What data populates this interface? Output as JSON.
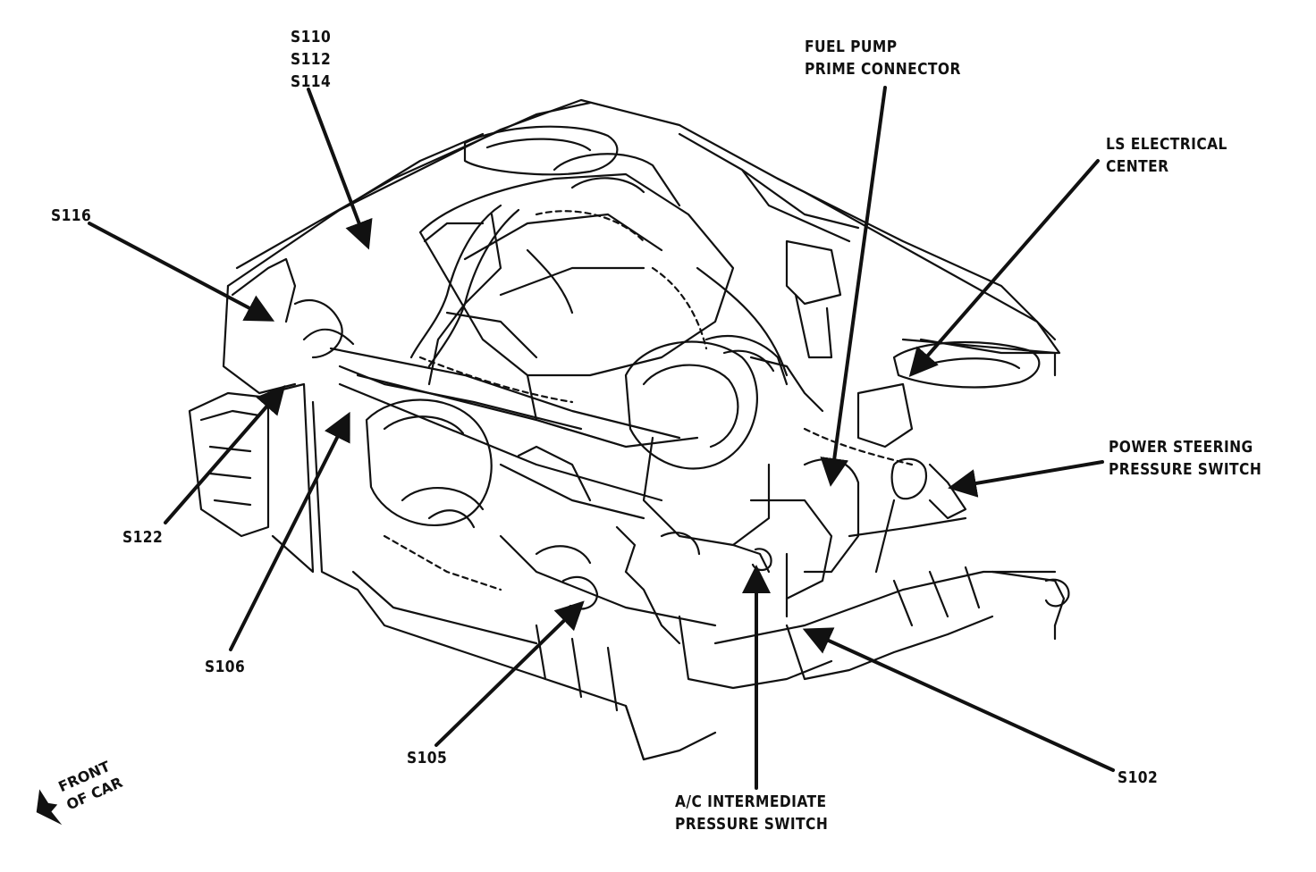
{
  "labels": {
    "s110": "S110",
    "s112": "S112",
    "s114": "S114",
    "fuel_pump_1": "FUEL PUMP",
    "fuel_pump_2": "PRIME CONNECTOR",
    "ls_elec_1": "LS ELECTRICAL",
    "ls_elec_2": "CENTER",
    "s116": "S116",
    "ps_switch_1": "POWER STEERING",
    "ps_switch_2": "PRESSURE SWITCH",
    "s122": "S122",
    "s106": "S106",
    "s105": "S105",
    "s102": "S102",
    "ac_switch_1": "A/C INTERMEDIATE",
    "ac_switch_2": "PRESSURE SWITCH",
    "front_1": "FRONT",
    "front_2": "OF CAR"
  },
  "colors": {
    "ink": "#111111",
    "background": "#ffffff"
  }
}
